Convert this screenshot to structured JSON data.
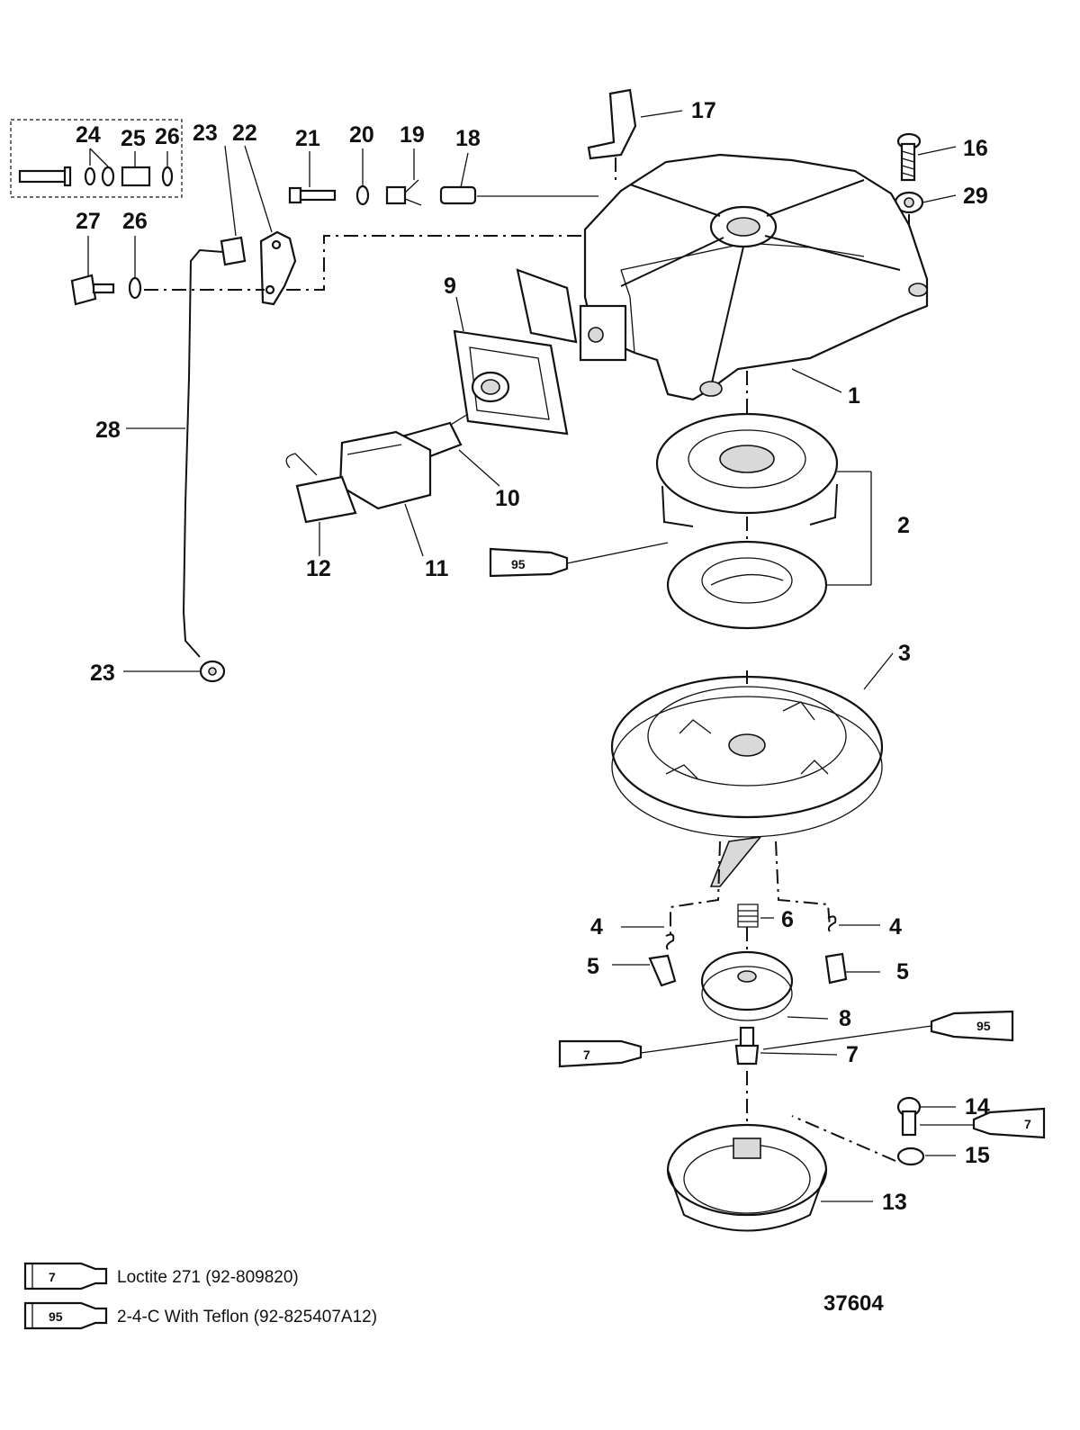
{
  "diagram": {
    "callouts": {
      "p1": "1",
      "p2": "2",
      "p3": "3",
      "p4a": "4",
      "p4b": "4",
      "p5a": "5",
      "p5b": "5",
      "p6": "6",
      "p7": "7",
      "p8": "8",
      "p9": "9",
      "p10": "10",
      "p11": "11",
      "p12": "12",
      "p13": "13",
      "p14": "14",
      "p15": "15",
      "p16": "16",
      "p17": "17",
      "p18": "18",
      "p19": "19",
      "p20": "20",
      "p21": "21",
      "p22": "22",
      "p23a": "23",
      "p23b": "23",
      "p24": "24",
      "p25": "25",
      "p26a": "26",
      "p26b": "26",
      "p27": "27",
      "p28": "28",
      "p29": "29"
    },
    "tube_labels": {
      "t95_left": "95",
      "t95_right": "95",
      "t7_left": "7",
      "t7_right": "7"
    },
    "drawing_number": "37604"
  },
  "legend": [
    {
      "code": "7",
      "text": "Loctite 271 (92-809820)"
    },
    {
      "code": "95",
      "text": "2-4-C  With Teflon (92-825407A12)"
    }
  ]
}
